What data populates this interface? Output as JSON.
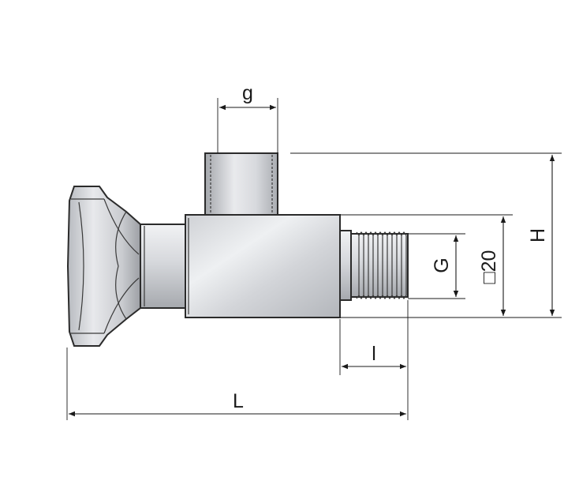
{
  "labels": {
    "g": "g",
    "H": "H",
    "square20": "□20",
    "G": "G",
    "l": "l",
    "L": "L"
  },
  "colors": {
    "line": "#1a1a1a",
    "metal_light": "#e6e7ea",
    "metal_mid": "#c4c6cb",
    "metal_dark": "#8f9298",
    "background": "#ffffff"
  }
}
